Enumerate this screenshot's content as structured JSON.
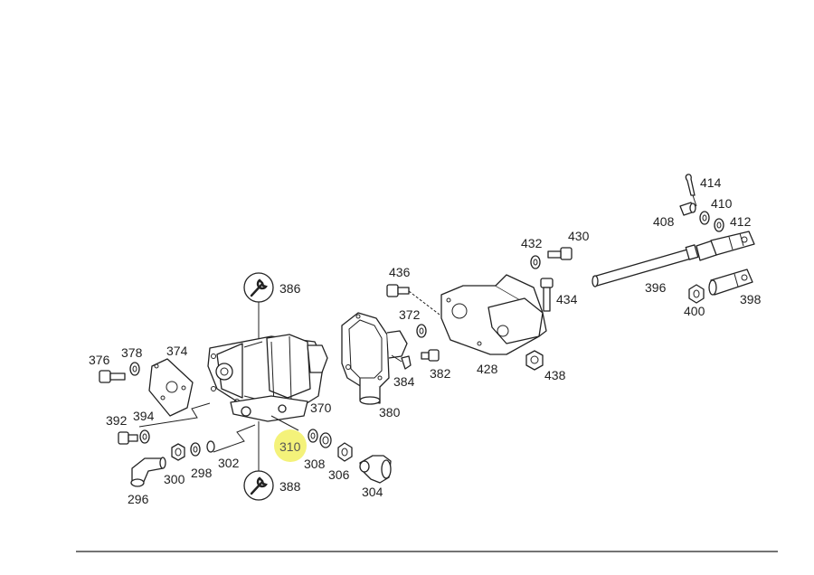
{
  "highlight": {
    "label": "310",
    "color": "#f4f27a"
  },
  "callouts": [
    {
      "id": "376",
      "label": "376"
    },
    {
      "id": "378",
      "label": "378"
    },
    {
      "id": "374",
      "label": "374"
    },
    {
      "id": "386",
      "label": "386"
    },
    {
      "id": "392",
      "label": "392"
    },
    {
      "id": "394",
      "label": "394"
    },
    {
      "id": "370",
      "label": "370"
    },
    {
      "id": "380",
      "label": "380"
    },
    {
      "id": "384",
      "label": "384"
    },
    {
      "id": "382",
      "label": "382"
    },
    {
      "id": "372",
      "label": "372"
    },
    {
      "id": "436",
      "label": "436"
    },
    {
      "id": "428",
      "label": "428"
    },
    {
      "id": "438",
      "label": "438"
    },
    {
      "id": "434",
      "label": "434"
    },
    {
      "id": "432",
      "label": "432"
    },
    {
      "id": "430",
      "label": "430"
    },
    {
      "id": "414",
      "label": "414"
    },
    {
      "id": "410",
      "label": "410"
    },
    {
      "id": "408",
      "label": "408"
    },
    {
      "id": "412",
      "label": "412"
    },
    {
      "id": "396",
      "label": "396"
    },
    {
      "id": "400",
      "label": "400"
    },
    {
      "id": "398",
      "label": "398"
    },
    {
      "id": "296",
      "label": "296"
    },
    {
      "id": "300",
      "label": "300"
    },
    {
      "id": "298",
      "label": "298"
    },
    {
      "id": "302",
      "label": "302"
    },
    {
      "id": "388",
      "label": "388"
    },
    {
      "id": "308",
      "label": "308"
    },
    {
      "id": "306",
      "label": "306"
    },
    {
      "id": "304",
      "label": "304"
    },
    {
      "id": "310",
      "label": "310"
    }
  ]
}
